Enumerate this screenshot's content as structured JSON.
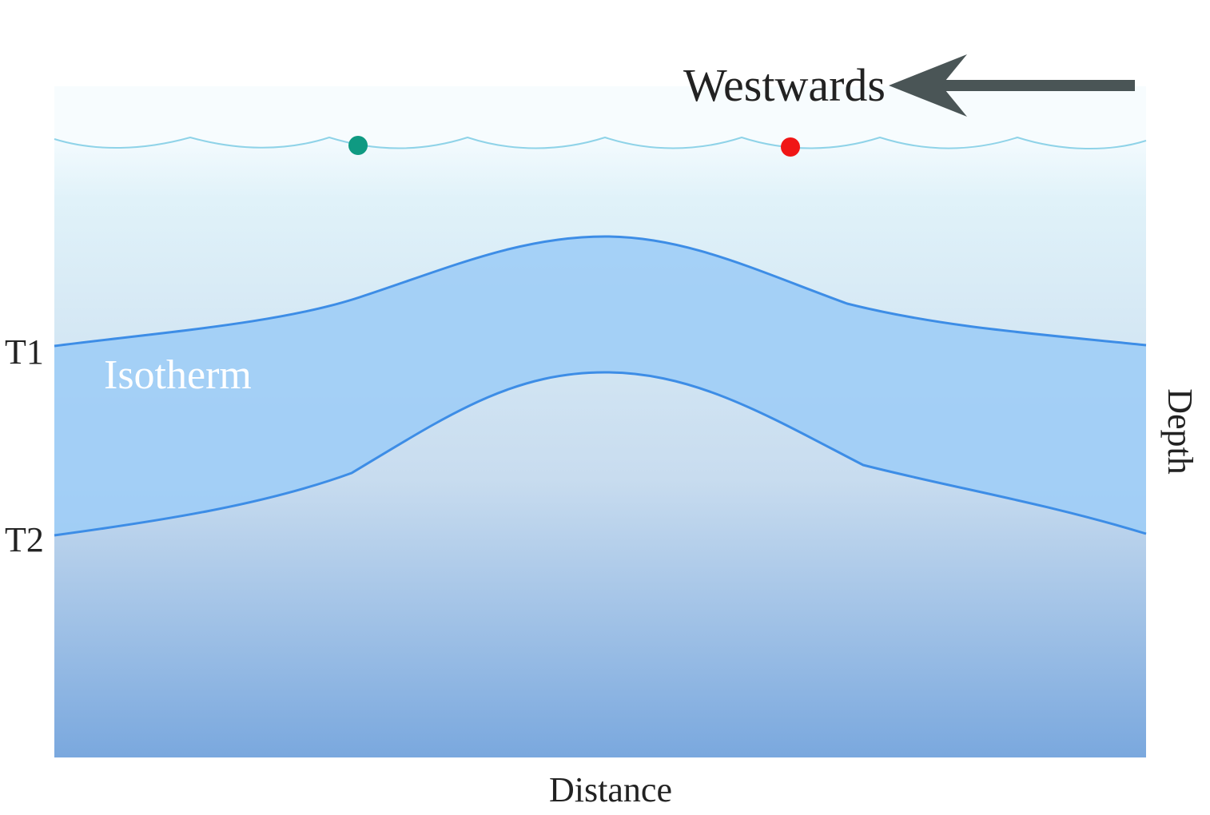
{
  "direction_label": "Westwards",
  "layer_label": "Isotherm",
  "x_axis_label": "Distance",
  "y_axis_label": "Depth",
  "isotherm_labels": [
    "T1",
    "T2"
  ],
  "colors": {
    "surface_water": "#dff1f8",
    "deep_water": "#7aa8de",
    "isotherm_band": "#9fcdf6",
    "isotherm_line": "#3d8de6",
    "wave_line": "#8fd3e8",
    "arrow": "#4a5556",
    "green_marker": "#0f9a82",
    "red_marker": "#f01616",
    "isotherm_text": "#ffffff"
  },
  "markers": [
    {
      "name": "green-marker",
      "color": "#0f9a82"
    },
    {
      "name": "red-marker",
      "color": "#f01616"
    }
  ]
}
